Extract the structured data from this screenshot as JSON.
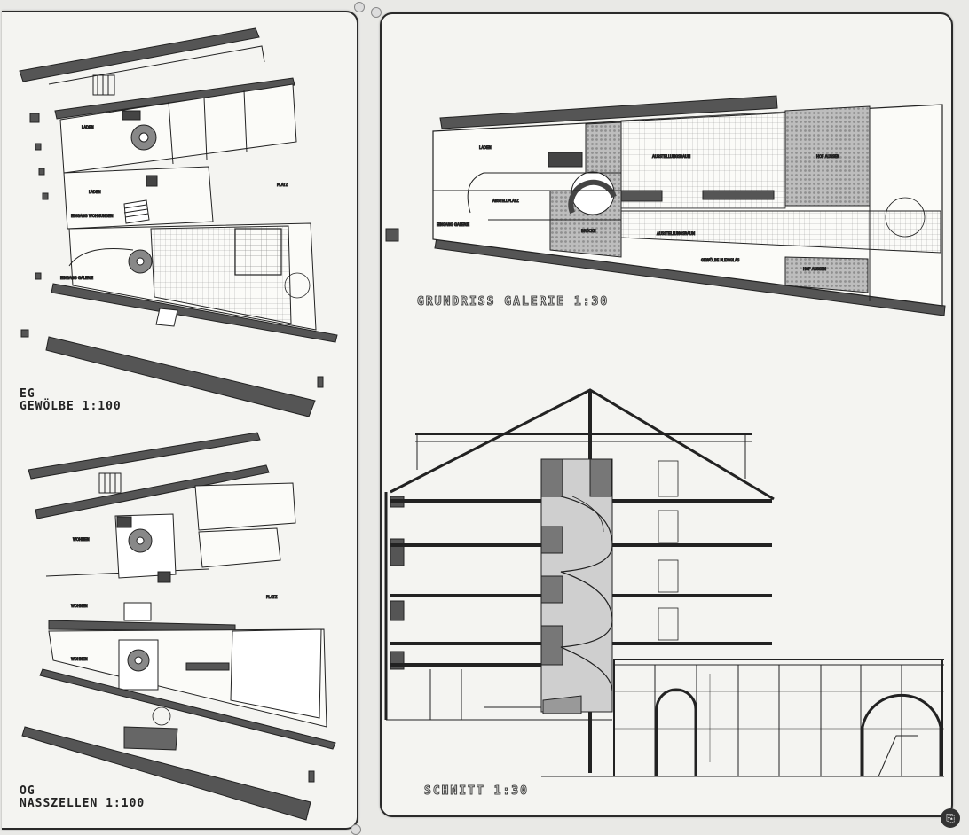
{
  "left_sheet": {
    "plan_top_title": [
      "EG",
      "GEWÖLBE  1:100"
    ],
    "plan_bottom_title": [
      "OG",
      "NASSZELLEN  1:100"
    ]
  },
  "right_sheet": {
    "plan_title": "GRUNDRISS GALERIE 1:30",
    "section_title": "SCHNITT 1:30"
  },
  "room_labels": {
    "laden": "LADEN",
    "platz": "PLATZ",
    "wohnen": "WOHNEN",
    "ausstellungsraum": "AUSSTELLUNGSRAUM",
    "bruecke": "BRÜCKE",
    "hof_aussen": "HOF AUSSEN",
    "abstellplatz": "ABSTELLPLATZ",
    "gewoelbe_plexiglas": "GEWÖLBE PLEXIGLAS",
    "eingang_galerie": "EINGANG GALERIE",
    "eingang_wohnungen": "EINGANG WOHNUNGEN"
  },
  "ui": {
    "corner_icon": "scan-text-icon"
  }
}
